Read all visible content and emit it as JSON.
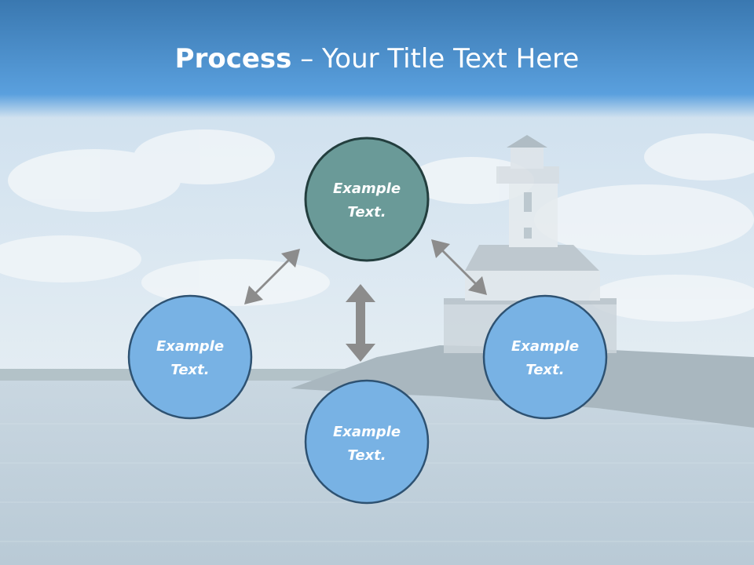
{
  "title": {
    "bold": "Process",
    "separator": " – ",
    "rest": "Your Title Text Here"
  },
  "colors": {
    "header_top": "#3a78b0",
    "header_bottom": "#5aa0de",
    "sky": "#dbe8f2",
    "water": "#c3d3de",
    "center_node": "#6a9a98",
    "outer_node": "#78b2e4",
    "node_border": "#2e5272",
    "center_border": "#233e3e",
    "arrow": "#8c8c8c"
  },
  "nodes": {
    "top": {
      "line1": "Example",
      "line2": "Text."
    },
    "left": {
      "line1": "Example",
      "line2": "Text."
    },
    "right": {
      "line1": "Example",
      "line2": "Text."
    },
    "bottom": {
      "line1": "Example",
      "line2": "Text."
    }
  },
  "icons": {
    "arrow": "double-headed-arrow"
  }
}
